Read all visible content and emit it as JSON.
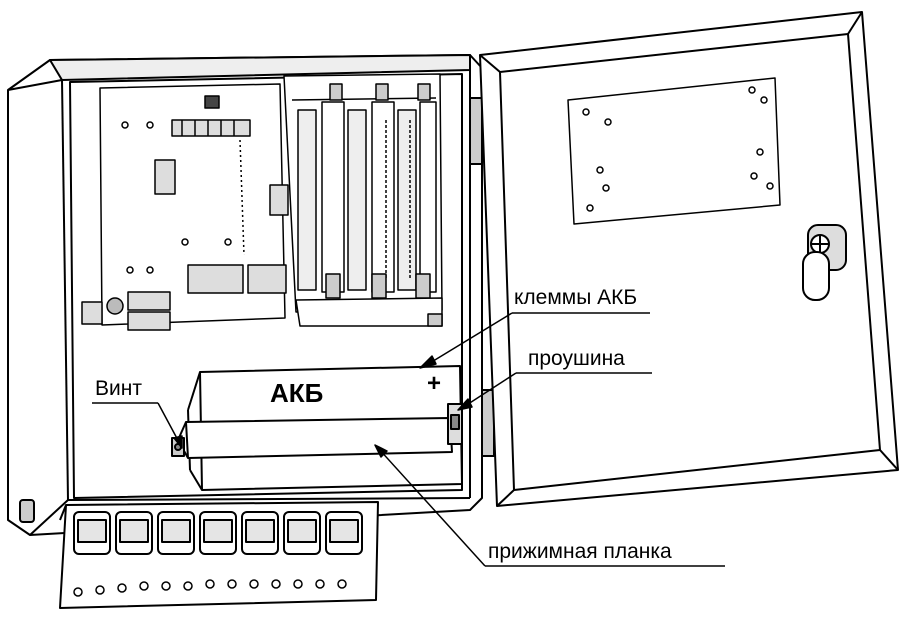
{
  "labels": {
    "battery": "АКБ",
    "plus_sign": "+",
    "terminals": "клеммы АКБ",
    "lug": "проушина",
    "screw": "Винт",
    "clamp_bar": "прижимная планка"
  },
  "colors": {
    "line": "#000000",
    "paper": "#ffffff",
    "shade": "#d8d8d8",
    "dark": "#333333"
  }
}
